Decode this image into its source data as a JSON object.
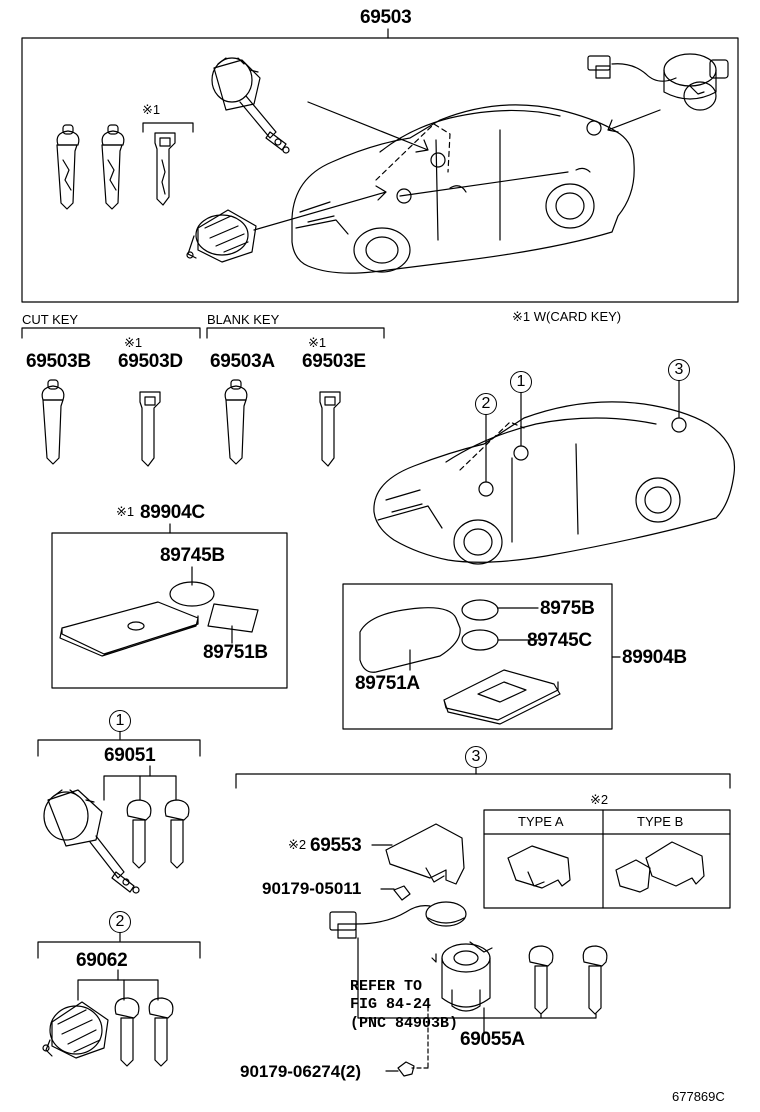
{
  "main_part": "69503",
  "top_box_note": "※1",
  "card_key_note": "※1 W(CARD KEY)",
  "cut_key": {
    "label": "CUT KEY",
    "note": "※1",
    "parts": [
      "69503B",
      "69503D"
    ]
  },
  "blank_key": {
    "label": "BLANK KEY",
    "note": "※1",
    "parts": [
      "69503A",
      "69503E"
    ]
  },
  "card_assy_c": {
    "note": "※1",
    "part": "89904C",
    "parts": [
      "89745B",
      "89751B"
    ]
  },
  "card_assy_b": {
    "part": "89904B",
    "parts": [
      "8975B",
      "89745C",
      "89751A"
    ]
  },
  "refs": [
    "1",
    "2",
    "3"
  ],
  "group1": {
    "ref": "1",
    "part": "69051"
  },
  "group2": {
    "ref": "2",
    "part": "69062"
  },
  "group3": {
    "ref": "3",
    "note": "※2",
    "housing_part": "69553",
    "screw1": "90179-05011",
    "screw2": "90179-06274(2)",
    "cylinder_part": "69055A",
    "refer_lines": [
      "REFER TO",
      "FIG 84-24",
      "(PNC 84903B)"
    ],
    "types": [
      "TYPE A",
      "TYPE B"
    ]
  },
  "figure_code": "677869C"
}
